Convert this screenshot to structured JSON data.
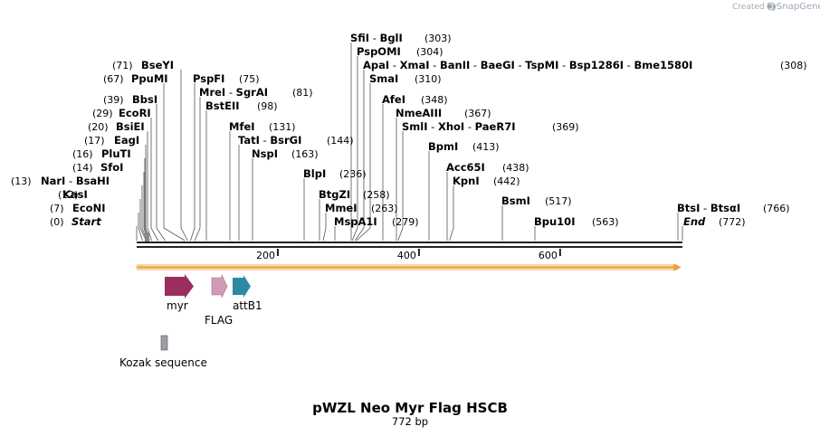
{
  "credit": {
    "text": "Created by",
    "brand": "SnapGene",
    "logo_color": "#9aa6b5"
  },
  "title": "pWZL Neo Myr Flag HSCB",
  "length_label": "772 bp",
  "sequence_length": 772,
  "scale": {
    "ticks": [
      {
        "value": 200,
        "label": "200"
      },
      {
        "value": 400,
        "label": "400"
      },
      {
        "value": 600,
        "label": "600"
      }
    ]
  },
  "colors": {
    "backbone": "#222222",
    "orf_arrow": "#e8a33c",
    "myr": "#9b2e5f",
    "flag": "#cf9bb5",
    "attB1": "#2d8aa3",
    "kozak": "#9a9ea5"
  },
  "sites": [
    {
      "pos": "(0)",
      "parts": [
        {
          "text": "Start",
          "italic": true
        }
      ]
    },
    {
      "pos": "(7)",
      "parts": [
        {
          "text": "EcoNI"
        }
      ]
    },
    {
      "pos": "(12)",
      "parts": [
        {
          "text": "KasI"
        }
      ]
    },
    {
      "pos": "(13)",
      "parts": [
        {
          "text": "NarI"
        },
        {
          "text": "BsaHI"
        }
      ]
    },
    {
      "pos": "(14)",
      "parts": [
        {
          "text": "SfoI"
        }
      ]
    },
    {
      "pos": "(16)",
      "parts": [
        {
          "text": "PluTI"
        }
      ]
    },
    {
      "pos": "(17)",
      "parts": [
        {
          "text": "EagI"
        }
      ]
    },
    {
      "pos": "(20)",
      "parts": [
        {
          "text": "BsiEI"
        }
      ]
    },
    {
      "pos": "(29)",
      "parts": [
        {
          "text": "EcoRI"
        }
      ]
    },
    {
      "pos": "(39)",
      "parts": [
        {
          "text": "BbsI"
        }
      ]
    },
    {
      "pos": "(67)",
      "parts": [
        {
          "text": "PpuMI"
        }
      ]
    },
    {
      "pos": "(71)",
      "parts": [
        {
          "text": "BseYI"
        }
      ]
    },
    {
      "pos": "(75)",
      "parts": [
        {
          "text": "PspFI"
        }
      ]
    },
    {
      "pos": "(81)",
      "parts": [
        {
          "text": "MreI"
        },
        {
          "text": "SgrAI"
        }
      ]
    },
    {
      "pos": "(98)",
      "parts": [
        {
          "text": "BstEII"
        }
      ]
    },
    {
      "pos": "(131)",
      "parts": [
        {
          "text": "MfeI"
        }
      ]
    },
    {
      "pos": "(144)",
      "parts": [
        {
          "text": "TatI"
        },
        {
          "text": "BsrGI"
        }
      ]
    },
    {
      "pos": "(163)",
      "parts": [
        {
          "text": "NspI"
        }
      ]
    },
    {
      "pos": "(236)",
      "parts": [
        {
          "text": "BlpI"
        }
      ]
    },
    {
      "pos": "(258)",
      "parts": [
        {
          "text": "BtgZI"
        }
      ]
    },
    {
      "pos": "(263)",
      "parts": [
        {
          "text": "MmeI"
        }
      ]
    },
    {
      "pos": "(279)",
      "parts": [
        {
          "text": "MspA1I"
        }
      ]
    },
    {
      "pos": "(303)",
      "parts": [
        {
          "text": "SfiI"
        },
        {
          "text": "BglI"
        }
      ]
    },
    {
      "pos": "(304)",
      "parts": [
        {
          "text": "PspOMI"
        }
      ]
    },
    {
      "pos": "(308)",
      "parts": [
        {
          "text": "ApaI"
        },
        {
          "text": "XmaI"
        },
        {
          "text": "BanII"
        },
        {
          "text": "BaeGI"
        },
        {
          "text": "TspMI"
        },
        {
          "text": "Bsp1286I"
        },
        {
          "text": "Bme1580I"
        }
      ]
    },
    {
      "pos": "(310)",
      "parts": [
        {
          "text": "SmaI"
        }
      ]
    },
    {
      "pos": "(348)",
      "parts": [
        {
          "text": "AfeI"
        }
      ]
    },
    {
      "pos": "(367)",
      "parts": [
        {
          "text": "NmeAIII"
        }
      ]
    },
    {
      "pos": "(369)",
      "parts": [
        {
          "text": "SmlI"
        },
        {
          "text": "XhoI"
        },
        {
          "text": "PaeR7I"
        }
      ]
    },
    {
      "pos": "(413)",
      "parts": [
        {
          "text": "BpmI"
        }
      ]
    },
    {
      "pos": "(438)",
      "parts": [
        {
          "text": "Acc65I"
        }
      ]
    },
    {
      "pos": "(442)",
      "parts": [
        {
          "text": "KpnI"
        }
      ]
    },
    {
      "pos": "(517)",
      "parts": [
        {
          "text": "BsmI"
        }
      ]
    },
    {
      "pos": "(563)",
      "parts": [
        {
          "text": "Bpu10I"
        }
      ]
    },
    {
      "pos": "(766)",
      "parts": [
        {
          "text": "BtsI"
        },
        {
          "text": "BtsαI"
        }
      ]
    },
    {
      "pos": "(772)",
      "parts": [
        {
          "text": "End",
          "italic": true
        }
      ]
    }
  ],
  "features": [
    {
      "id": "myr",
      "label": "myr"
    },
    {
      "id": "flag",
      "label": "FLAG"
    },
    {
      "id": "attB1",
      "label": "attB1"
    },
    {
      "id": "kozak",
      "label": "Kozak sequence"
    }
  ]
}
